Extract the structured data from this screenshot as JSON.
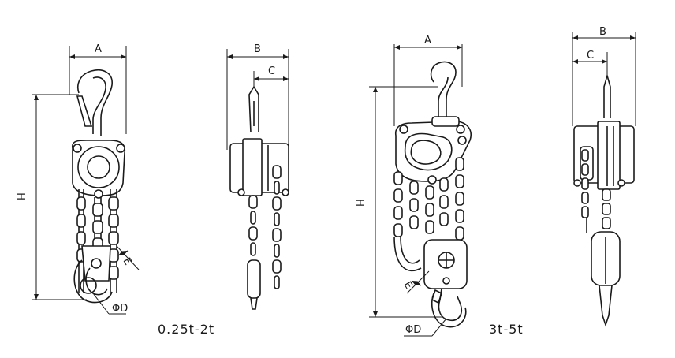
{
  "left_group": {
    "caption": "0.25t-2t",
    "labels": {
      "A": "A",
      "B": "B",
      "C": "C",
      "H": "H",
      "D": "ΦD",
      "E": "E"
    }
  },
  "right_group": {
    "caption": "3t-5t",
    "labels": {
      "A": "A",
      "B": "B",
      "C": "C",
      "H": "H",
      "D": "ΦD",
      "E": "E"
    }
  }
}
